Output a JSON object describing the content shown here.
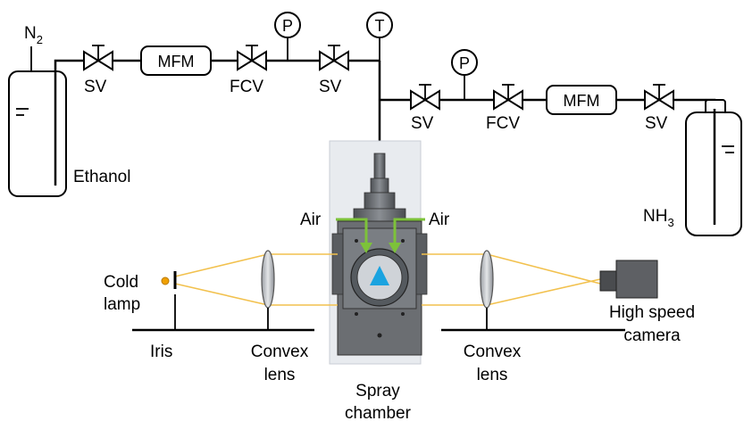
{
  "ethanol_line": {
    "n2": {
      "base": "N",
      "sub": "2"
    },
    "valve1": "SV",
    "mfm": "MFM",
    "fcv": "FCV",
    "valve2": "SV",
    "pressure": "P",
    "temperature": "T",
    "tank_label": "Ethanol"
  },
  "ammonia_line": {
    "valve1": "SV",
    "pressure": "P",
    "fcv": "FCV",
    "mfm": "MFM",
    "valve2": "SV",
    "tank_label": {
      "base": "NH",
      "sub": "3"
    }
  },
  "optics": {
    "air_left": "Air",
    "air_right": "Air",
    "cold_lamp": [
      "Cold",
      "lamp"
    ],
    "iris": "Iris",
    "convex_lens_left": [
      "Convex",
      "lens"
    ],
    "spray_chamber": [
      "Spray",
      "chamber"
    ],
    "convex_lens_right": [
      "Convex",
      "lens"
    ],
    "camera": [
      "High speed",
      "camera"
    ]
  },
  "colors": {
    "beam": "#f2c14e",
    "air_arrow": "#7dc23a",
    "spray": "#1aa3e0",
    "chamber_body": "#6b6e72",
    "lamp": "#f0a000"
  }
}
